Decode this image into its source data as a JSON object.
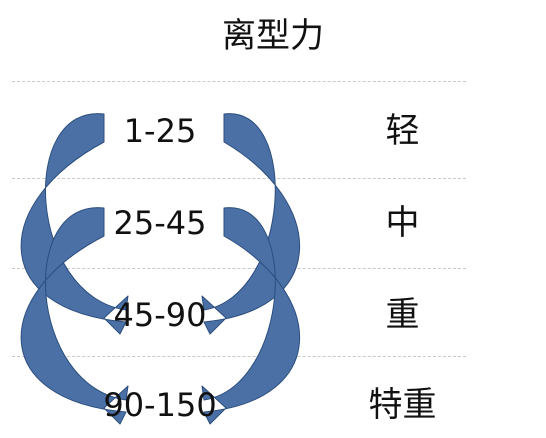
{
  "title": "离型力",
  "colors": {
    "arrow_fill": "#4a70a6",
    "arrow_edge": "#2c4e7e",
    "divider": "#c9c9c9"
  },
  "rows": [
    {
      "range": "1-25",
      "level": "轻"
    },
    {
      "range": "25-45",
      "level": "中"
    },
    {
      "range": "45-90",
      "level": "重"
    },
    {
      "range": "90-150",
      "level": "特重"
    }
  ],
  "arrows": [
    {
      "from": 0,
      "to": 2,
      "side": "left"
    },
    {
      "from": 0,
      "to": 2,
      "side": "right"
    },
    {
      "from": 1,
      "to": 3,
      "side": "left"
    },
    {
      "from": 1,
      "to": 3,
      "side": "right"
    }
  ]
}
